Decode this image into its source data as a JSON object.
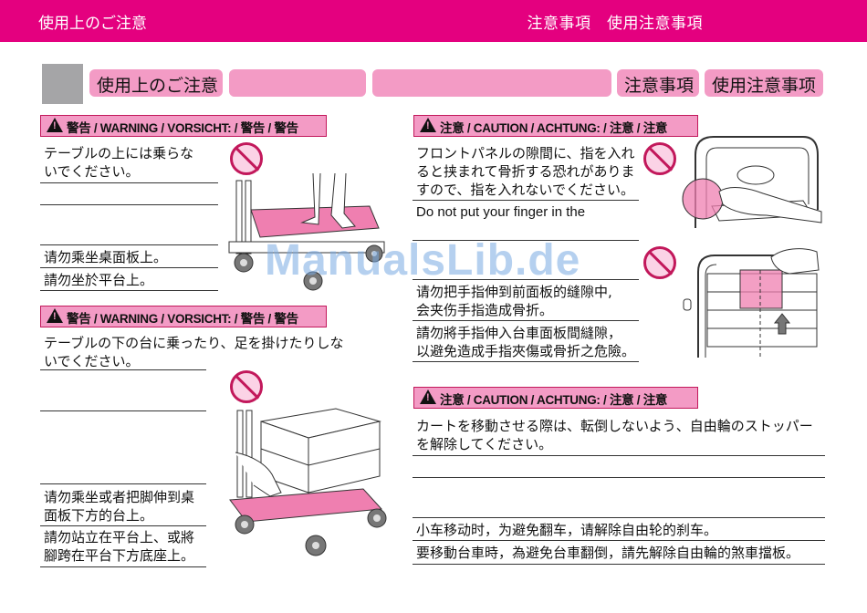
{
  "header": {
    "left_title": "使用上のご注意",
    "right_title": "注意事項　使用注意事項"
  },
  "tabs": [
    {
      "label": "使用上のご注意"
    },
    {
      "label": ""
    },
    {
      "label": ""
    },
    {
      "label": "注意事項"
    },
    {
      "label": "使用注意事项"
    }
  ],
  "warning_label": "警告 / WARNING / VORSICHT: / 警告 / 警告",
  "caution_label": "注意 / CAUTION / ACHTUNG: / 注意 / 注意",
  "sections": {
    "warning1": {
      "jp": [
        "テーブルの上には乗らな",
        "いでください。"
      ],
      "zh_s": "请勿乘坐桌面板上。",
      "zh_t": "請勿坐於平台上。"
    },
    "warning2": {
      "jp": [
        "テーブルの下の台に乗ったり、足を掛けたりしな",
        "いでください。"
      ],
      "zh_s": [
        "请勿乘坐或者把脚伸到桌",
        "面板下方的台上。"
      ],
      "zh_t": [
        "請勿站立在平台上、或將",
        "腳跨在平台下方底座上。"
      ]
    },
    "caution1": {
      "jp": [
        "フロントパネルの隙間に、指を入れ",
        "ると挟まれて骨折する恐れがありま",
        "すので、指を入れないでください。"
      ],
      "en": "Do not put your finger in the",
      "zh_s": [
        "请勿把手指伸到前面板的缝隙中,",
        "会夹伤手指造成骨折。"
      ],
      "zh_t": [
        "請勿將手指伸入台車面板間縫隙，",
        "以避免造成手指夾傷或骨折之危險。"
      ]
    },
    "caution2": {
      "jp": [
        "カートを移動させる際は、転倒しないよう、自由輪のストッパー",
        "を解除してください。"
      ],
      "zh_s": "小车移动时，为避免翻车，请解除自由轮的刹车。",
      "zh_t": "要移動台車時，為避免台車翻倒，請先解除自由輪的煞車擋板。"
    }
  },
  "watermark": "ManualsLib.de",
  "colors": {
    "brand": "#e4007f",
    "accent_light": "#f39bc5",
    "label_gray": "#a5a5a7"
  }
}
